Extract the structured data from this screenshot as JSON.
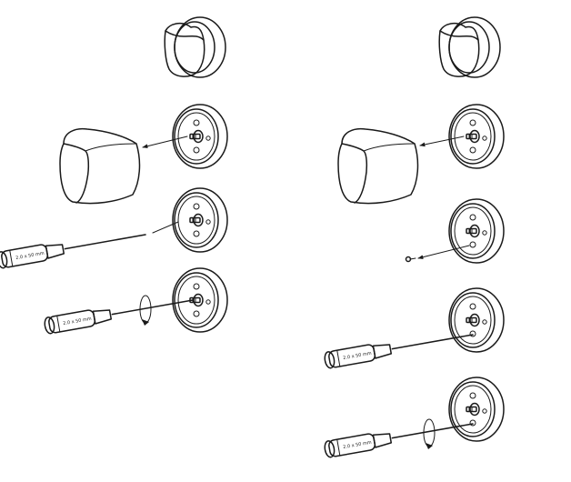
{
  "figure": {
    "procedures": [
      {
        "id": "left",
        "steps": [
          "knob-in-place",
          "knob-removed",
          "screwdriver-insert",
          "screwdriver-turn"
        ]
      },
      {
        "id": "right",
        "steps": [
          "knob-in-place",
          "knob-removed",
          "set-screw-removed",
          "screwdriver-insert",
          "screwdriver-turn"
        ]
      }
    ],
    "screwdriver_label": "2.0 x 50 mm",
    "colors": {
      "ink": "#1a1a1a",
      "background": "#ffffff"
    }
  }
}
